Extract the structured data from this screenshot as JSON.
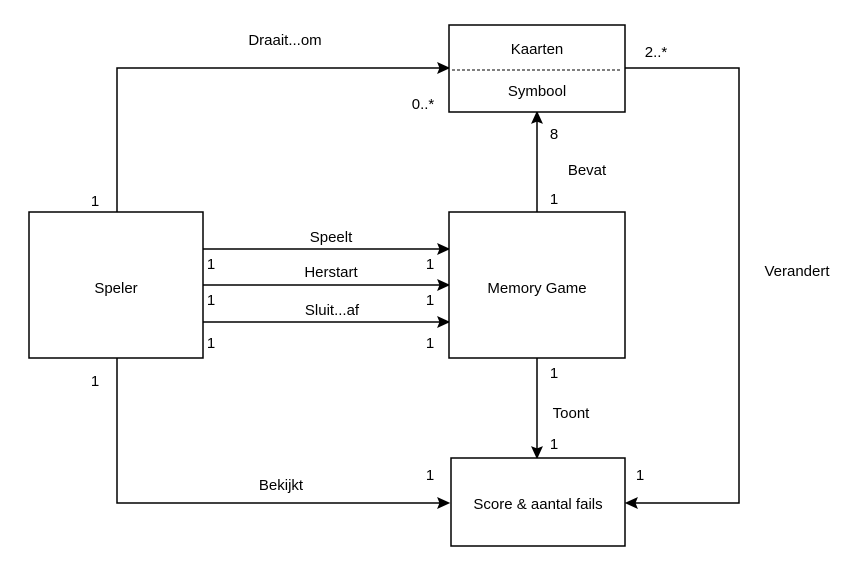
{
  "nodes": {
    "kaarten": {
      "title": "Kaarten",
      "attribute": "Symbool"
    },
    "speler": {
      "label": "Speler"
    },
    "memory_game": {
      "label": "Memory Game"
    },
    "score": {
      "label": "Score & aantal fails"
    }
  },
  "edges": {
    "draait_om": {
      "label": "Draait...om",
      "from_mult": "1",
      "to_mult": "0..*"
    },
    "bevat": {
      "label": "Bevat",
      "from_mult": "1",
      "to_mult": "8"
    },
    "verandert": {
      "label": "Verandert",
      "from_mult": "2..*",
      "to_mult": "1"
    },
    "speelt": {
      "label": "Speelt",
      "from_mult": "1",
      "to_mult": "1"
    },
    "herstart": {
      "label": "Herstart",
      "from_mult": "1",
      "to_mult": "1"
    },
    "sluit_af": {
      "label": "Sluit...af",
      "from_mult": "1",
      "to_mult": "1"
    },
    "toont": {
      "label": "Toont",
      "from_mult": "1",
      "to_mult": "1"
    },
    "bekijkt": {
      "label": "Bekijkt",
      "from_mult": "1",
      "to_mult": "1"
    }
  }
}
